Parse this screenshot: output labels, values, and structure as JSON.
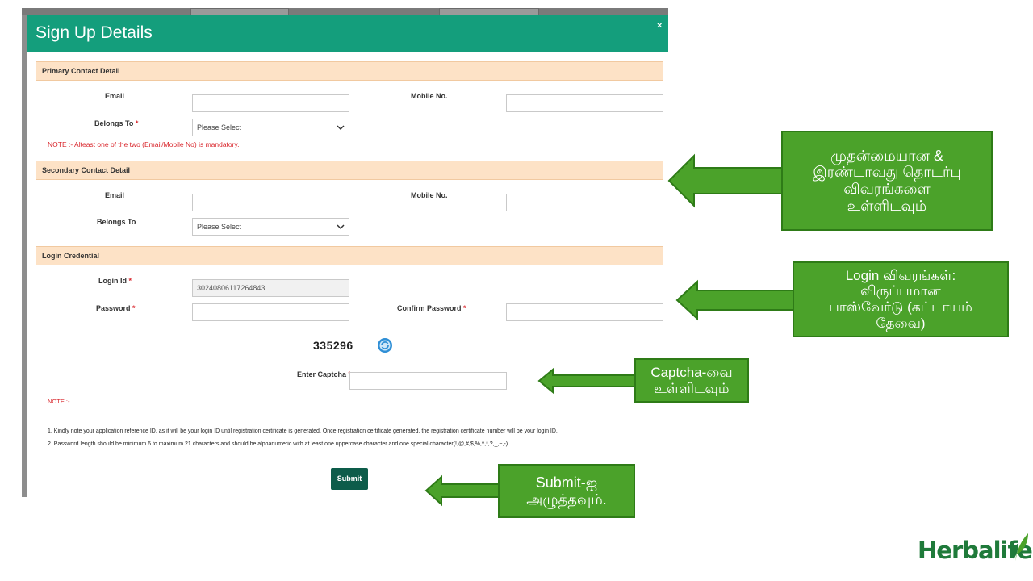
{
  "modal": {
    "title": "Sign Up Details",
    "close": "×"
  },
  "primary": {
    "heading": "Primary Contact Detail",
    "email_label": "Email",
    "mobile_label": "Mobile No.",
    "belongs_label": "Belongs To",
    "belongs_value": "Please Select",
    "note": "NOTE :- Alteast one of the two (Email/Mobile No) is mandatory."
  },
  "secondary": {
    "heading": "Secondary Contact Detail",
    "email_label": "Email",
    "mobile_label": "Mobile No.",
    "belongs_label": "Belongs To",
    "belongs_value": "Please Select"
  },
  "login": {
    "heading": "Login Credential",
    "id_label": "Login Id",
    "id_value": "30240806117264843",
    "password_label": "Password",
    "confirm_label": "Confirm Password",
    "required_mark": "*"
  },
  "captcha": {
    "code": "335296",
    "enter_label": "Enter Captcha"
  },
  "notes": {
    "label": "NOTE :-",
    "line1": "1. Kindly note your application reference ID, as it will be your login ID until registration certificate is generated. Once registration certificate generated, the registration certificate number will be your login ID.",
    "line2": "2. Password length should be minimum 6 to maximum 21 characters and should be alphanumeric with at least one uppercase character and one special character(!,@,#,$,%,^,*,?,_,~,-)."
  },
  "submit_label": "Submit",
  "callouts": {
    "contact": [
      "முதன்மையான &",
      "இரண்டாவது  தொடர்பு",
      "விவரங்களை",
      "உள்ளிடவும்"
    ],
    "login": [
      "Login விவரங்கள்:",
      "விருப்பமான",
      "பாஸ்வேர்டு (கட்டாயம்",
      "தேவை)"
    ],
    "captcha": [
      "Captcha-வை",
      "உள்ளிடவும்"
    ],
    "submit": [
      "Submit-ஐ",
      "அழுத்தவும்."
    ]
  },
  "brand": "Herbalife",
  "colors": {
    "header": "#149e7c",
    "section": "#fde2c6",
    "submit": "#0d5c4a",
    "callout": "#4ba22a",
    "required": "#d9262c",
    "logo": "#1f7a3a"
  }
}
